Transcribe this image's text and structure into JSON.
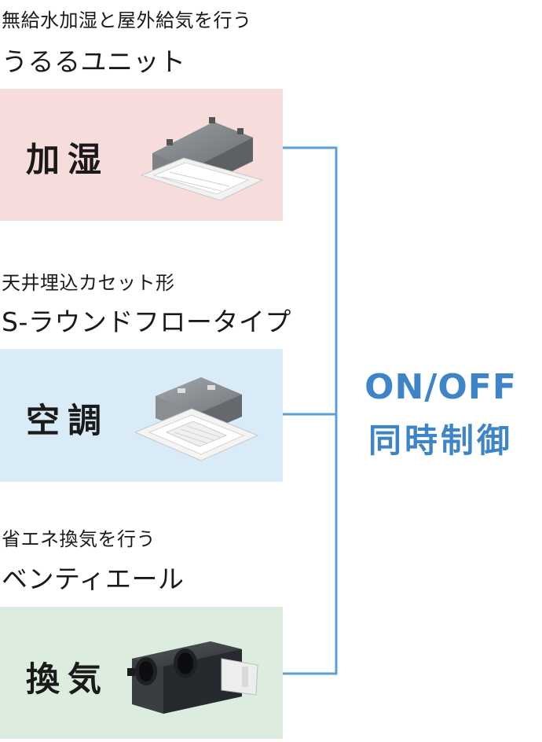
{
  "units": [
    {
      "subtitle": "無給水加湿と屋外給気を行う",
      "title": "うるるユニット",
      "label": "加湿",
      "panel_color": "#f7dcdc",
      "device": "ceiling-humidifier-unit"
    },
    {
      "subtitle": "天井埋込カセット形",
      "title": "S-ラウンドフロータイプ",
      "label": "空調",
      "panel_color": "#d8ebf7",
      "device": "ceiling-cassette-ac-unit"
    },
    {
      "subtitle": "省エネ換気を行う",
      "title": "ベンティエール",
      "label": "換気",
      "panel_color": "#dcede0",
      "device": "ventilation-unit"
    }
  ],
  "control": {
    "line1": "ON/OFF",
    "line2": "同時制御",
    "color": "#3d85c6"
  }
}
